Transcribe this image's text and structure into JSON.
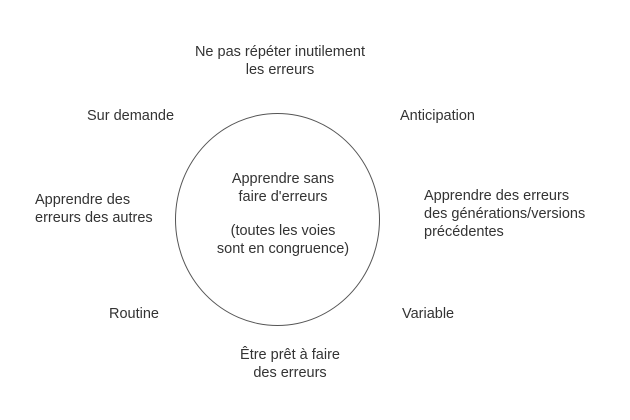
{
  "center": {
    "main": "Apprendre sans\nfaire d'erreurs",
    "note": "(toutes les voies\nsont en congruence)"
  },
  "labels": {
    "top": "Ne pas répéter inutilement\nles erreurs",
    "top_left": "Sur demande",
    "top_right": "Anticipation",
    "left": "Apprendre des\nerreurs des autres",
    "right": "Apprendre des erreurs\ndes générations/versions\nprécédentes",
    "bottom_left": "Routine",
    "bottom_right": "Variable",
    "bottom": "Être prêt à faire\ndes erreurs"
  }
}
